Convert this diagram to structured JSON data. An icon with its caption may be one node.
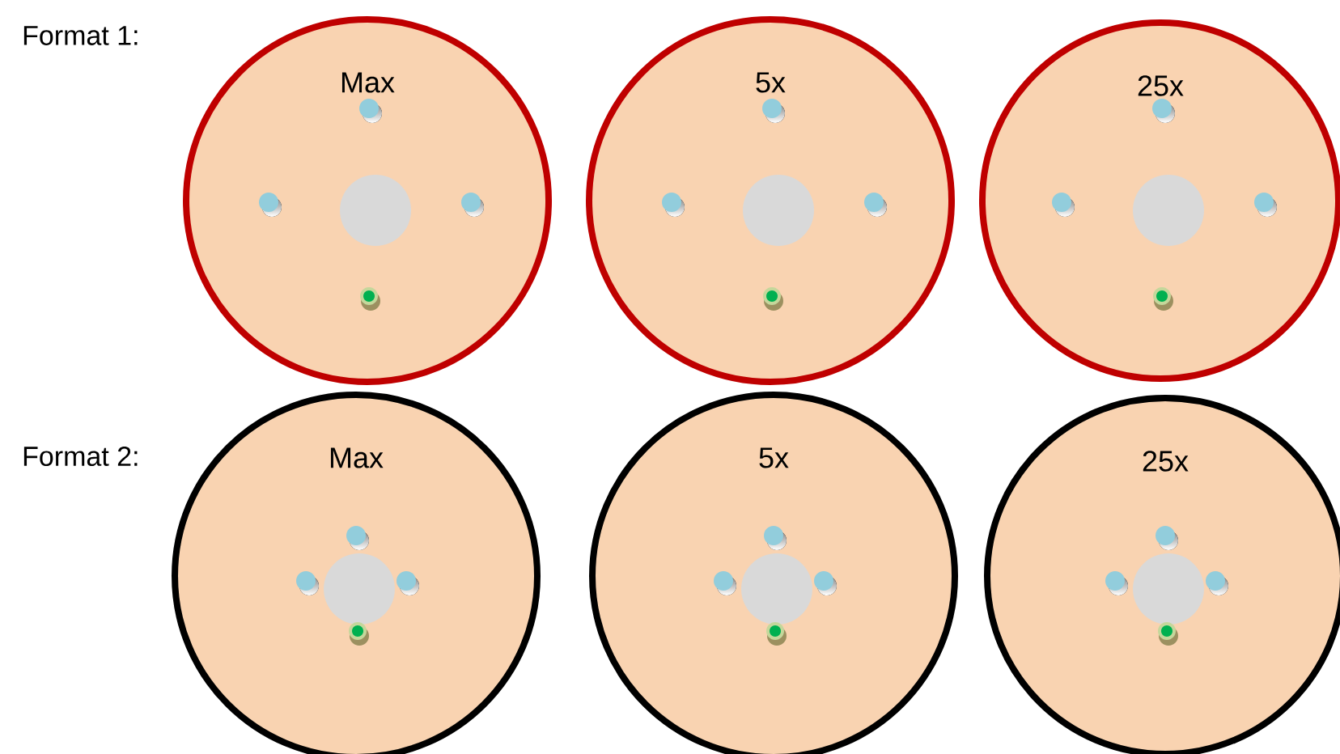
{
  "diagram": {
    "nodes": [
      {
        "text": [
          "Max"
        ]
      },
      {
        "text": [
          "5x"
        ]
      },
      {
        "text": [
          "25x"
        ]
      },
      {
        "text": [
          "Max"
        ]
      },
      {
        "text": [
          "5x"
        ]
      },
      {
        "text": [
          "25x"
        ]
      }
    ],
    "labels": [
      "Format 1:",
      "Format 2:"
    ]
  }
}
